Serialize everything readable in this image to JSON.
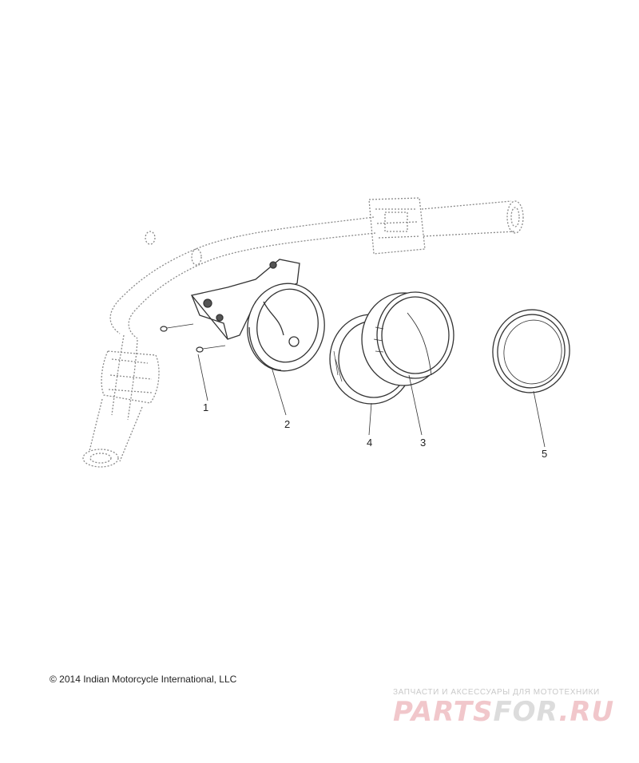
{
  "callouts": [
    {
      "id": "1",
      "label": "1"
    },
    {
      "id": "2",
      "label": "2"
    },
    {
      "id": "3",
      "label": "3"
    },
    {
      "id": "4",
      "label": "4"
    },
    {
      "id": "5",
      "label": "5"
    }
  ],
  "copyright": "© 2014 Indian Motorcycle International, LLC",
  "watermark": {
    "tagline": "ЗАПЧАСТИ И АКСЕССУАРЫ ДЛЯ МОТОТЕХНИКИ",
    "brand_part1": "PARTS",
    "brand_part2": "FOR",
    "brand_part3": ".RU"
  },
  "colors": {
    "line": "#333333",
    "dotted": "#8a8a8a",
    "watermark_red": "#f1c7cb",
    "watermark_grey": "#dcdcdc"
  }
}
